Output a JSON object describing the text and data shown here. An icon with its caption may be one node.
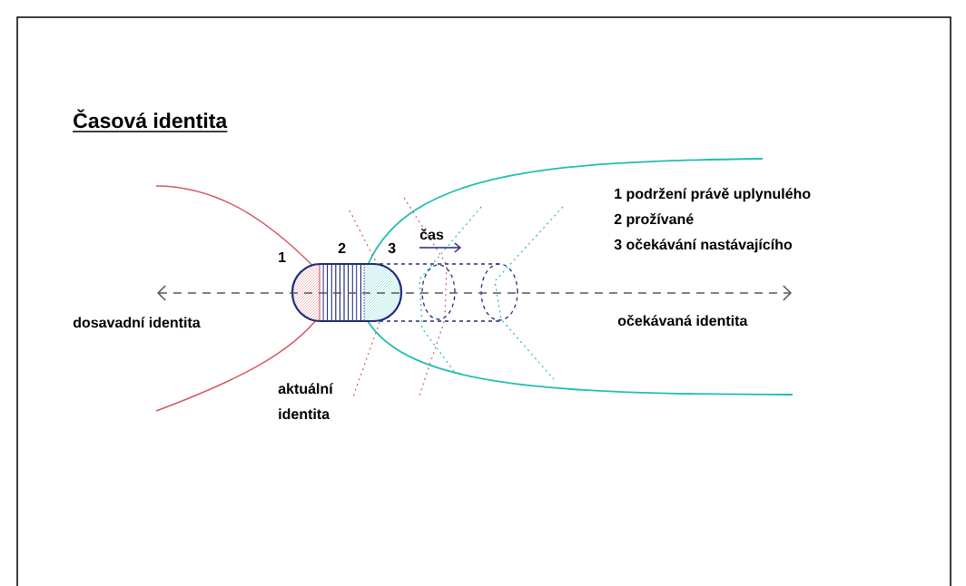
{
  "diagram": {
    "title": "Časová identita",
    "labels": [
      "1",
      "2",
      "3",
      "čas",
      "1 podržení právě uplynulého",
      "2 prožívané",
      "3 očekávání nastávajícího",
      "dosavadní identita",
      "očekávaná identita",
      "aktuální identita"
    ]
  }
}
